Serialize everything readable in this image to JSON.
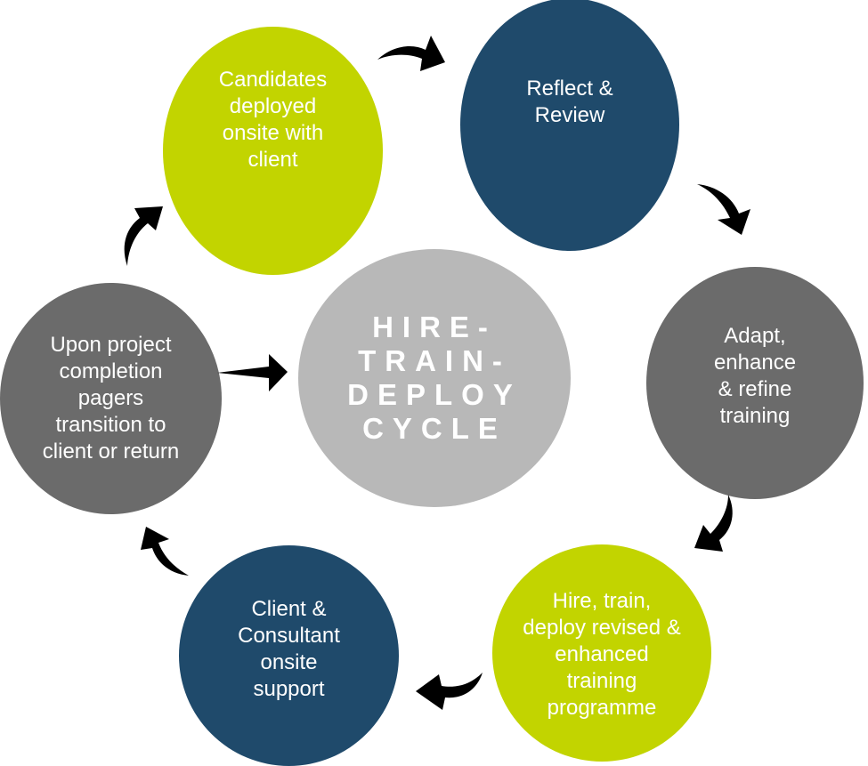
{
  "diagram": {
    "title": "HIRE-TRAIN-DEPLOY CYCLE",
    "center": {
      "label": "HIRE-\nTRAIN-\nDEPLOY\nCYCLE",
      "color": "#b8b8b8"
    },
    "steps": [
      {
        "id": "candidates-deployed",
        "label": "Candidates\ndeployed\nonsite with\nclient",
        "color": "#c2d400"
      },
      {
        "id": "reflect-review",
        "label": "Reflect &\nReview",
        "color": "#1f4a6b"
      },
      {
        "id": "adapt-enhance",
        "label": "Adapt,\nenhance\n& refine\ntraining",
        "color": "#6b6b6b"
      },
      {
        "id": "hire-train-deploy-revised",
        "label": "Hire, train,\ndeploy revised &\nenhanced\ntraining\nprogramme",
        "color": "#c2d400"
      },
      {
        "id": "client-consultant-support",
        "label": "Client &\nConsultant\nonsite\nsupport",
        "color": "#1f4a6b"
      },
      {
        "id": "project-completion",
        "label": "Upon project\ncompletion\npagers\ntransition to\nclient or return",
        "color": "#6b6b6b"
      }
    ],
    "flow": [
      {
        "from": "candidates-deployed",
        "to": "reflect-review"
      },
      {
        "from": "reflect-review",
        "to": "adapt-enhance"
      },
      {
        "from": "adapt-enhance",
        "to": "hire-train-deploy-revised"
      },
      {
        "from": "hire-train-deploy-revised",
        "to": "client-consultant-support"
      },
      {
        "from": "client-consultant-support",
        "to": "project-completion"
      },
      {
        "from": "project-completion",
        "to": "candidates-deployed"
      },
      {
        "from": "project-completion",
        "to": "center"
      }
    ],
    "arrow_color": "#000000"
  }
}
